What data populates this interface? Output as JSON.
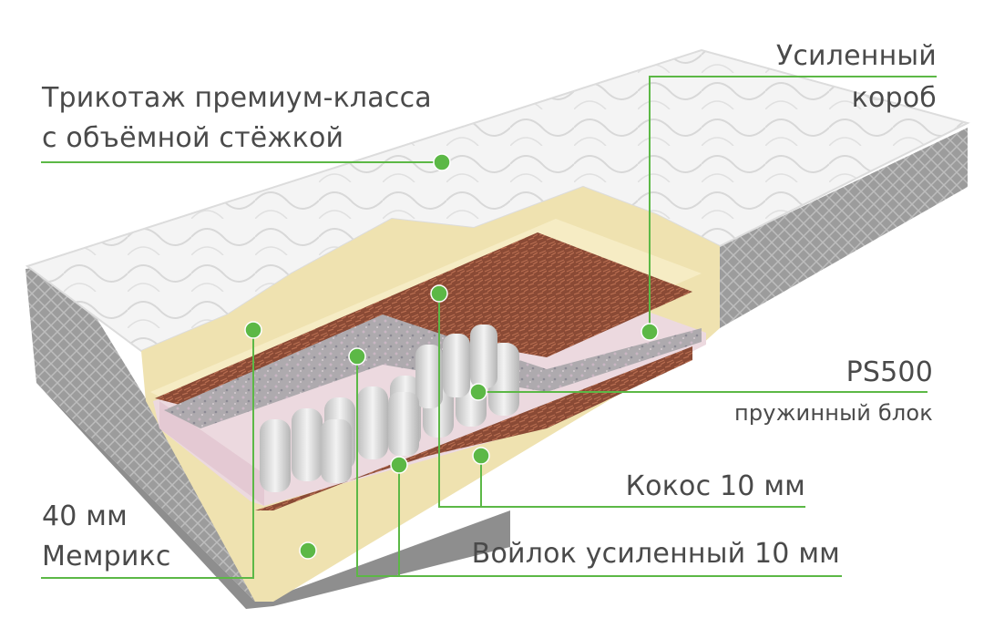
{
  "labels": {
    "knit": {
      "line1": "Трикотаж премиум-класса",
      "line2": "с объёмной стёжкой"
    },
    "box": {
      "line1": "Усиленный",
      "line2": "короб"
    },
    "ps500": {
      "title": "PS500",
      "sub": "пружинный блок"
    },
    "coconut": {
      "text": "Кокос 10 мм"
    },
    "felt": {
      "text": "Войлок усиленный 10 мм"
    },
    "memorix": {
      "line1": "40 мм",
      "line2": "Мемрикс"
    }
  },
  "colors": {
    "accent_green": "#5cb846",
    "text": "#4a4a4a",
    "quilt": "#f2f2f2",
    "side_knit": "#9a9a9a",
    "memory_foam": "#efe2b0",
    "coconut": "#8a4a35",
    "felt": "#a9a6a8",
    "pink_foam": "#ecd9df",
    "springs": "#d9d9d9"
  }
}
